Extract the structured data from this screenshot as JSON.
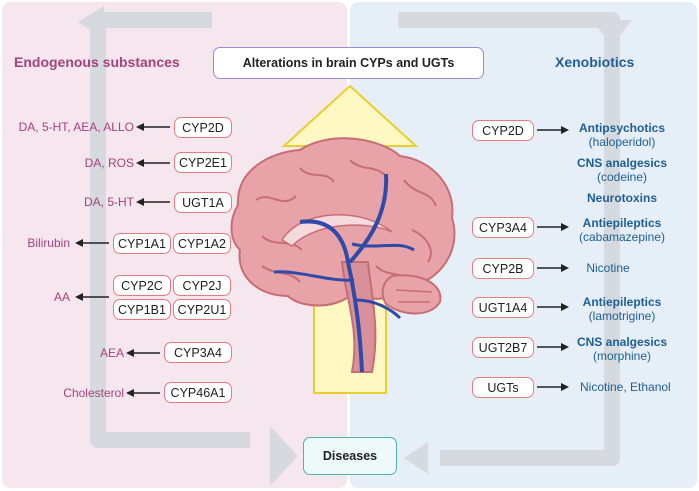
{
  "title": "Alterations in brain CYPs and UGTs",
  "endogenous": {
    "heading": "Endogenous substances",
    "rows": [
      {
        "label": "DA, 5-HT, AEA, ALLO",
        "enzymes": [
          "CYP2D"
        ]
      },
      {
        "label": "DA, ROS",
        "enzymes": [
          "CYP2E1"
        ]
      },
      {
        "label": "DA, 5-HT",
        "enzymes": [
          "UGT1A"
        ]
      },
      {
        "label": "Bilirubin",
        "enzymes": [
          "CYP1A1",
          "CYP1A2"
        ]
      },
      {
        "label": "AA",
        "enzymes": [
          "CYP2C",
          "CYP2J",
          "CYP1B1",
          "CYP2U1"
        ]
      },
      {
        "label": "AEA",
        "enzymes": [
          "CYP3A4"
        ]
      },
      {
        "label": "Cholesterol",
        "enzymes": [
          "CYP46A1"
        ]
      }
    ]
  },
  "xenobiotics": {
    "heading": "Xenobiotics",
    "rows": [
      {
        "enzyme": "CYP2D",
        "lines": [
          {
            "text": "Antipsychotics",
            "bold": true
          },
          {
            "text": "(haloperidol)",
            "bold": false
          },
          {
            "text": "CNS analgesics",
            "bold": true
          },
          {
            "text": "(codeine)",
            "bold": false
          },
          {
            "text": "Neurotoxins",
            "bold": true
          }
        ]
      },
      {
        "enzyme": "CYP3A4",
        "lines": [
          {
            "text": "Antiepileptics",
            "bold": true
          },
          {
            "text": "(cabamazepine)",
            "bold": false
          }
        ]
      },
      {
        "enzyme": "CYP2B",
        "lines": [
          {
            "text": "Nicotine",
            "bold": false
          }
        ]
      },
      {
        "enzyme": "UGT1A4",
        "lines": [
          {
            "text": "Antiepileptics",
            "bold": true
          },
          {
            "text": "(lamotrigine)",
            "bold": false
          }
        ]
      },
      {
        "enzyme": "UGT2B7",
        "lines": [
          {
            "text": "CNS analgesics",
            "bold": true
          },
          {
            "text": "(morphine)",
            "bold": false
          }
        ]
      },
      {
        "enzyme": "UGTs",
        "lines": [
          {
            "text": "Nicotine, Ethanol",
            "bold": false
          }
        ]
      }
    ]
  },
  "outcome": "Diseases",
  "colors": {
    "endogenous_text": "#a6427e",
    "xenobiotic_text": "#1d5f94",
    "enzyme_border": "#e77b80",
    "title_border": "#9b8ccf",
    "diseases_border": "#4fb3aa",
    "arrow_gray": "#d6d9dd",
    "up_arrow_fill": "#fff8c2",
    "up_arrow_stroke": "#e8cf2e",
    "brain_fill": "#e8a3a8",
    "vessel": "#2f4aa8"
  }
}
